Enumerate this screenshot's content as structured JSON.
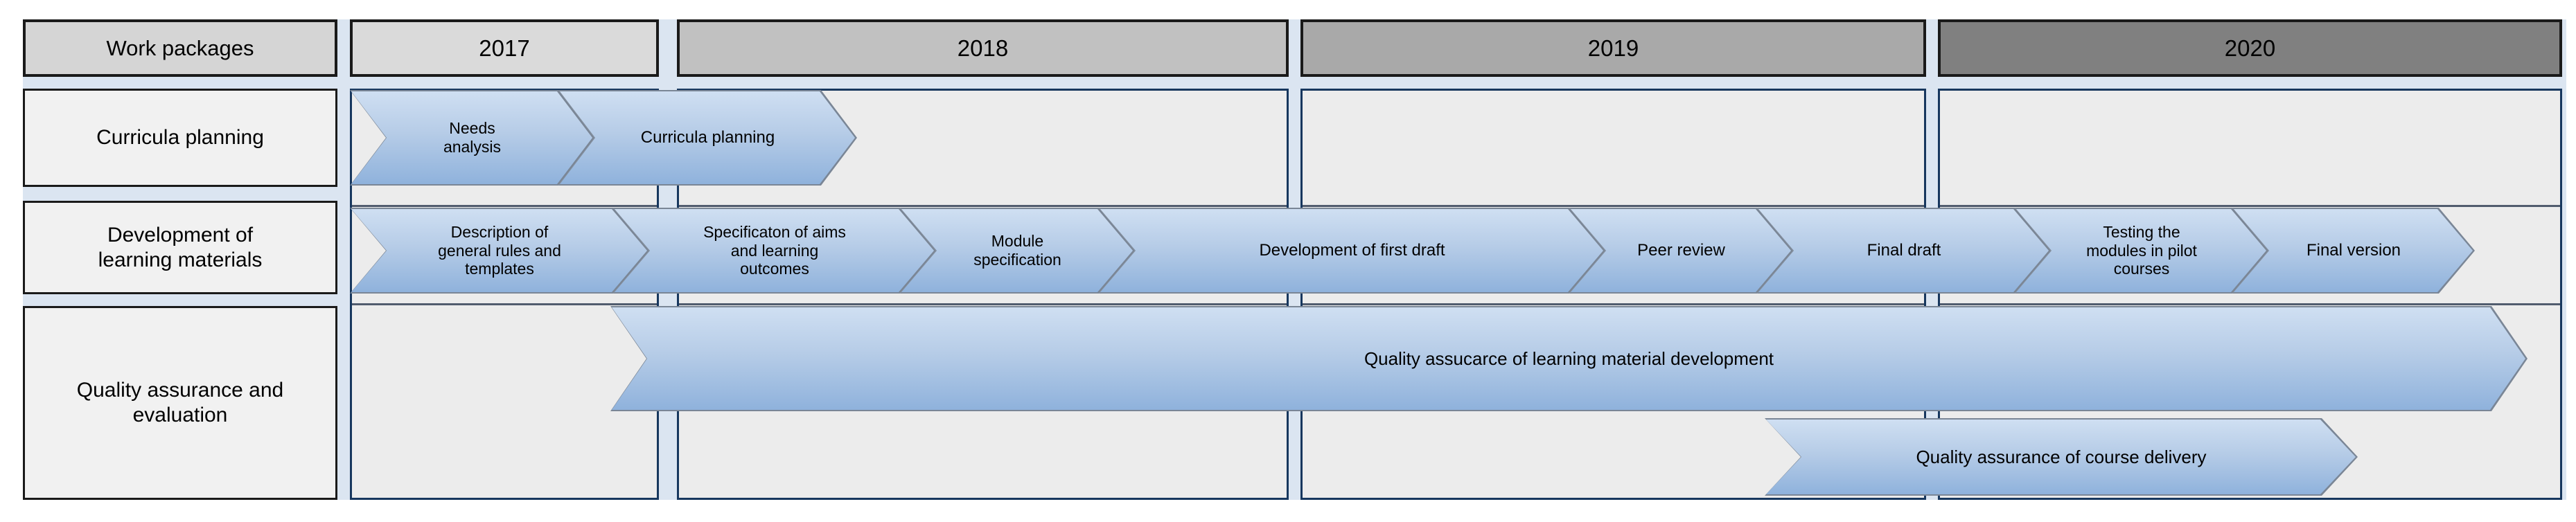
{
  "diagram": {
    "corner": "Work packages",
    "years": [
      "2017",
      "2018",
      "2019",
      "2020"
    ],
    "work_packages": [
      {
        "label": "Curricula planning",
        "phases": [
          "Needs\nanalysis",
          "Curricula planning"
        ]
      },
      {
        "label": "Development of\nlearning materials",
        "phases": [
          "Description of\ngeneral rules and\ntemplates",
          "Specificaton of aims\nand learning\noutcomes",
          "Module\nspecification",
          "Development of first draft",
          "Peer review",
          "Final draft",
          "Testing the\nmodules in pilot\ncourses",
          "Final version"
        ]
      },
      {
        "label": "Quality assurance and\nevaluation",
        "phases": [
          "Quality assucarce of learning material development",
          "Quality assurance of course delivery"
        ]
      }
    ],
    "colors": {
      "canvas_blue": "#dbe5f1",
      "column_border_navy": "#17375e",
      "column_fill": "#ececec",
      "chevron_top": "#cfdff2",
      "chevron_bottom": "#8fb2dc",
      "chevron_edge": "#7a8696",
      "header_2017": "#dadada",
      "header_2018": "#c1c1c1",
      "header_2019": "#a9a9a9",
      "header_2020": "#808080"
    }
  }
}
